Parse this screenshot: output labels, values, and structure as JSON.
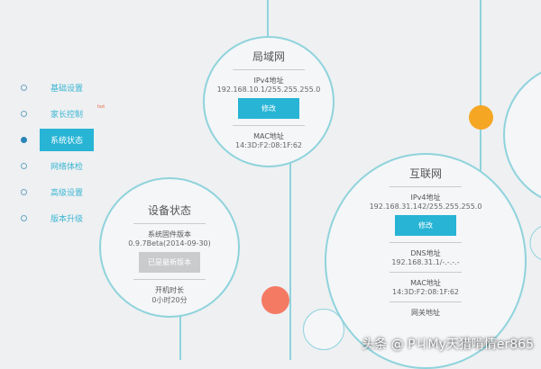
{
  "sidebar": {
    "items": [
      {
        "label": "基础设置"
      },
      {
        "label": "家长控制",
        "badge": "hot"
      },
      {
        "label": "系统状态",
        "active": true
      },
      {
        "label": "网络体检"
      },
      {
        "label": "高级设置"
      },
      {
        "label": "版本升级"
      }
    ]
  },
  "lan": {
    "title": "局域网",
    "ipv4_label": "IPv4地址",
    "ipv4": "192.168.10.1/255.255.255.0",
    "edit": "修改",
    "mac_label": "MAC地址",
    "mac": "14:3D:F2:08:1F:62"
  },
  "device": {
    "title": "设备状态",
    "fw_label": "系统固件版本",
    "fw": "0.9.7Beta(2014-09-30)",
    "latest": "已是最新版本",
    "uptime_label": "开机时长",
    "uptime": "0小时20分"
  },
  "wan": {
    "title": "互联网",
    "ipv4_label": "IPv4地址",
    "ipv4": "192.168.31.142/255.255.255.0",
    "edit": "修改",
    "dns_label": "DNS地址",
    "dns": "192.168.31.1/-.-.-.-",
    "mac_label": "MAC地址",
    "mac": "14:3D:F2:08:1F:62",
    "gw_label": "网关地址"
  },
  "watermark": "头条 @ PㄐMy天猎啃情er865",
  "colors": {
    "accent": "#27b4d5",
    "orange": "#f5a623",
    "red": "#f47a64"
  }
}
